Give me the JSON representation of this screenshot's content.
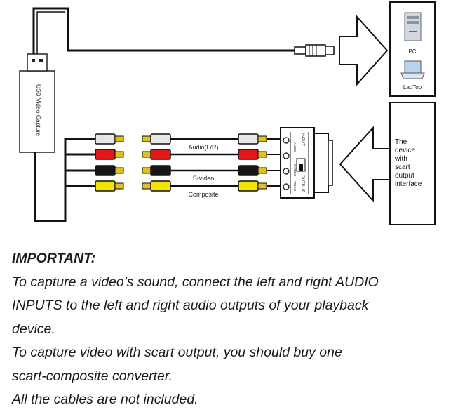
{
  "diagram": {
    "usb_device_label": "USB Video Capture",
    "pc_label": "PC",
    "laptop_label": "LapTop",
    "source_label_lines": [
      "The",
      "device",
      "with",
      "scart",
      "output",
      "interface"
    ],
    "audio_label": "Audio(L/R)",
    "svideo_label": "S-video",
    "composite_label": "Composite",
    "scart_input_label": "INPUT",
    "scart_output_label": "OUTPUT",
    "scart_port_labels": [
      "AUDIO",
      "S-VIDEO",
      "VIDEO"
    ],
    "cable_colors": {
      "white": "#e6e6e6",
      "red": "#e01818",
      "black": "#161616",
      "yellow": "#f2e600"
    }
  },
  "notes": {
    "heading": "IMPORTANT:",
    "lines": [
      "To capture a video’s sound, connect the left and right AUDIO",
      "INPUTS to the left and right audio outputs of your playback",
      "device.",
      "To capture video with scart output, you should buy one",
      "scart-composite converter.",
      "All the cables are not included."
    ]
  }
}
